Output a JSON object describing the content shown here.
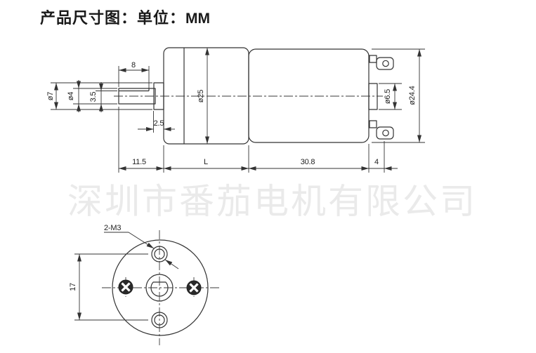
{
  "title": {
    "prefix": "产品尺寸图：单位：",
    "unit": "MM"
  },
  "watermark": "深圳市番茄电机有限公司",
  "side_view": {
    "dims": {
      "shaft_flat_length": "8",
      "front_boss_dia": "ø7",
      "shaft_dia": "ø4",
      "shaft_flat_height": "3.5",
      "front_boss_length": "2.5",
      "gearbox_dia": "ø25",
      "shaft_exposed_length": "11.5",
      "gearbox_length": "L",
      "motor_length": "30.8",
      "terminal_length": "4",
      "rear_boss_dia": "ø6.5",
      "motor_dia": "ø24.4"
    }
  },
  "front_view": {
    "dims": {
      "mount_hole_label": "2-M3",
      "mount_hole_spacing": "17"
    }
  },
  "colors": {
    "line": "#333333",
    "watermark": "#eaeaea",
    "text": "#1a1a1a"
  }
}
